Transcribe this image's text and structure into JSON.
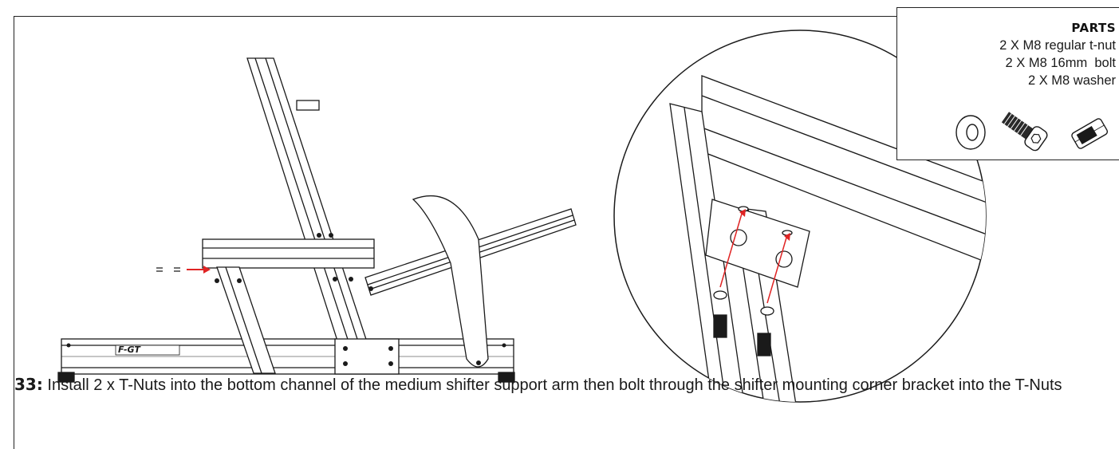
{
  "parts": {
    "title": "PARTS",
    "items": [
      "2 X M8 regular t-nut",
      "2 X M8 16mm  bolt",
      "2 X M8 washer"
    ],
    "icons": [
      "washer-icon",
      "bolt-icon",
      "t-nut-icon"
    ]
  },
  "rig": {
    "logo_text": "F-GT"
  },
  "step": {
    "number": "33:",
    "text": " Install 2 x T-Nuts into the bottom channel of the medium shifter support arm then bolt through the shifter mounting corner bracket into the T-Nuts"
  },
  "colors": {
    "arrow": "#e02424",
    "line": "#1a1a1a"
  }
}
